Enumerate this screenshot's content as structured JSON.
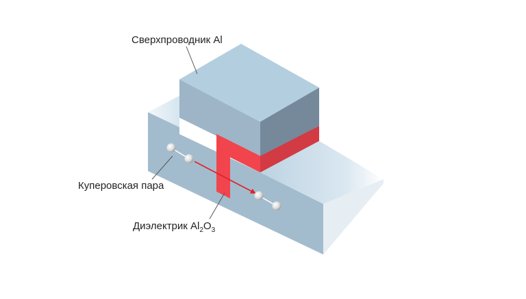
{
  "labels": {
    "superconductor": "Сверхпроводник Al",
    "cooper_pair": "Куперовская пара",
    "dielectric_main": "Диэлектрик Al",
    "dielectric_sub1": "2",
    "dielectric_mid": "O",
    "dielectric_sub2": "3"
  },
  "colors": {
    "block_top": "#b3cfdf",
    "block_front": "#9db5c6",
    "block_side": "#75899b",
    "base_top": "#dde9f2",
    "base_front": "#a3bccd",
    "base_side": "#8ea5b6",
    "dielectric": "#f2444c",
    "dielectric_dark": "#d23a44",
    "arrow": "#e0242c",
    "leader": "#555555",
    "text": "#222222"
  }
}
